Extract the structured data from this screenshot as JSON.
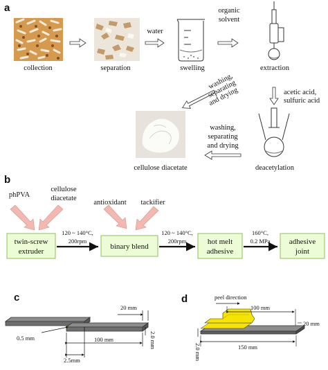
{
  "panel_a": {
    "letter": "a",
    "collection": "collection",
    "separation": "separation",
    "water": "water",
    "swelling": "swelling",
    "organic": "organic",
    "solvent": "solvent",
    "extraction": "extraction",
    "wash1_l1": "washing,",
    "wash1_l2": "separating",
    "wash1_l3": "and drying",
    "acid_l1": "acetic acid,",
    "acid_l2": "sulfuric acid",
    "wash2_l1": "washing,",
    "wash2_l2": "separating",
    "wash2_l3": "and drying",
    "cellulose_diacetate": "cellulose diacetate",
    "deacetylation": "deacetylation"
  },
  "panel_b": {
    "letter": "b",
    "phpva": "phPVA",
    "cd_l1": "cellulose",
    "cd_l2": "diacetate",
    "antioxidant": "antioxidant",
    "tackifier": "tackifier",
    "extruder_l1": "twin-screw",
    "extruder_l2": "extruder",
    "cond1_l1": "120 ~ 140°C,",
    "cond1_l2": "200rpm",
    "binary": "binary blend",
    "cond2_l1": "120 ~ 140°C,",
    "cond2_l2": "200rpm",
    "hma_l1": "hot melt",
    "hma_l2": "adhesive",
    "cond3_l1": "160°C,",
    "cond3_l2": "0.2 MPa",
    "joint_l1": "adhesive",
    "joint_l2": "joint",
    "box_fill": "#ecfcd6",
    "box_stroke": "#8fbf5a",
    "input_arrow_color": "#f4b8b0"
  },
  "panel_c": {
    "letter": "c",
    "width": "20 mm",
    "thickness_adh": "0.5 mm",
    "overlap": "2.5mm",
    "length": "100 mm",
    "thickness": "2.0 mm"
  },
  "panel_d": {
    "letter": "d",
    "peel": "peel direction",
    "len_top": "100 mm",
    "width": "20 mm",
    "len_bottom": "150 mm",
    "thickness": "2.0 mm",
    "adhesive_color": "#f5e400"
  }
}
